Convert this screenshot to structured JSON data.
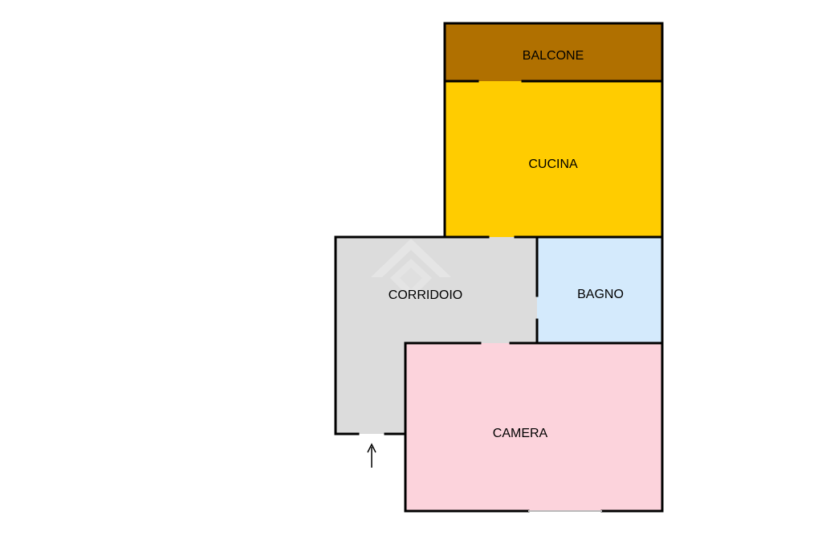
{
  "floor_plan": {
    "rooms": [
      {
        "key": "balcone",
        "label": "BALCONE",
        "color": "#b07000"
      },
      {
        "key": "cucina",
        "label": "CUCINA",
        "color": "#ffcc00"
      },
      {
        "key": "corridoio",
        "label": "CORRIDOIO",
        "color": "#dcdcdc"
      },
      {
        "key": "bagno",
        "label": "BAGNO",
        "color": "#d4eafc"
      },
      {
        "key": "camera",
        "label": "CAMERA",
        "color": "#fcd3dc"
      }
    ],
    "wall_color": "#000000",
    "entrance_arrow": "up-arrow-icon",
    "watermark": "house-logo-watermark"
  }
}
